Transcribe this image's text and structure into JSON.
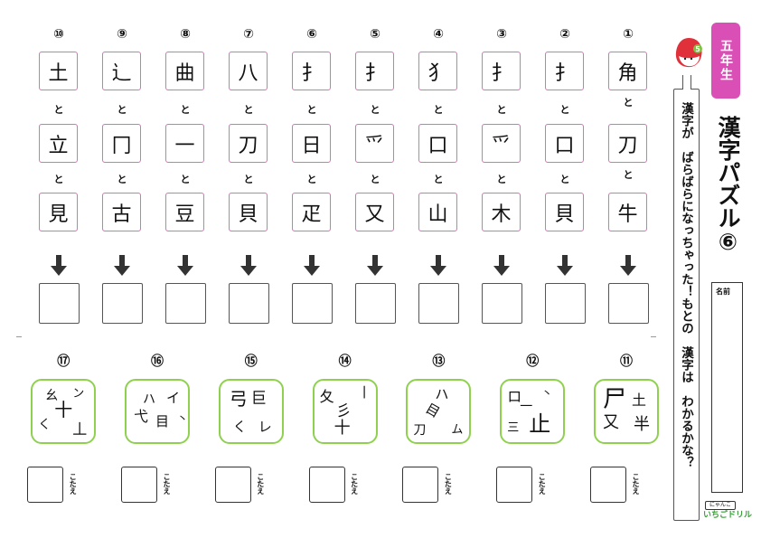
{
  "grade_label": "五年生",
  "title": "漢字パズル⑥",
  "instruction": "漢字が　ばらばらになっちゃった！もとの　漢字は　わかるかな？",
  "name_label": "名前",
  "connector": "と",
  "answer_label": "こたえ",
  "logo": {
    "top": "にゃんこ",
    "main": "いちごドリル"
  },
  "mascot_badge": "5",
  "colors": {
    "pink": "#d94fb5",
    "green": "#8fd14f",
    "box_border": "#d86ec8"
  },
  "top_puzzles": [
    {
      "number": "①",
      "parts": [
        "角",
        "刀",
        "牛"
      ]
    },
    {
      "number": "②",
      "parts": [
        "扌",
        "口",
        "貝"
      ]
    },
    {
      "number": "③",
      "parts": [
        "扌",
        "爫",
        "木"
      ]
    },
    {
      "number": "④",
      "parts": [
        "犭",
        "口",
        "山"
      ]
    },
    {
      "number": "⑤",
      "parts": [
        "扌",
        "爫",
        "又"
      ]
    },
    {
      "number": "⑥",
      "parts": [
        "扌",
        "日",
        "疋"
      ]
    },
    {
      "number": "⑦",
      "parts": [
        "八",
        "刀",
        "貝"
      ]
    },
    {
      "number": "⑧",
      "parts": [
        "曲",
        "一",
        "豆"
      ]
    },
    {
      "number": "⑨",
      "parts": [
        "辶",
        "冂",
        "古"
      ]
    },
    {
      "number": "⑩",
      "parts": [
        "土",
        "立",
        "見"
      ]
    }
  ],
  "bottom_puzzles": [
    {
      "number": "⑪",
      "parts": [
        "尸",
        "土",
        "又",
        "半"
      ]
    },
    {
      "number": "⑫",
      "parts": [
        "ロ",
        "丶",
        "一",
        "三",
        "止"
      ]
    },
    {
      "number": "⑬",
      "parts": [
        "ハ",
        "目",
        "刀",
        "ム"
      ]
    },
    {
      "number": "⑭",
      "parts": [
        "夂",
        "丨",
        "彡",
        "十"
      ]
    },
    {
      "number": "⑮",
      "parts": [
        "弓",
        "巨",
        "く",
        "レ"
      ]
    },
    {
      "number": "⑯",
      "parts": [
        "ハ",
        "イ",
        "弋",
        "目",
        "丶"
      ]
    },
    {
      "number": "⑰",
      "parts": [
        "幺",
        "ン",
        "十",
        "く",
        "丄"
      ]
    }
  ]
}
